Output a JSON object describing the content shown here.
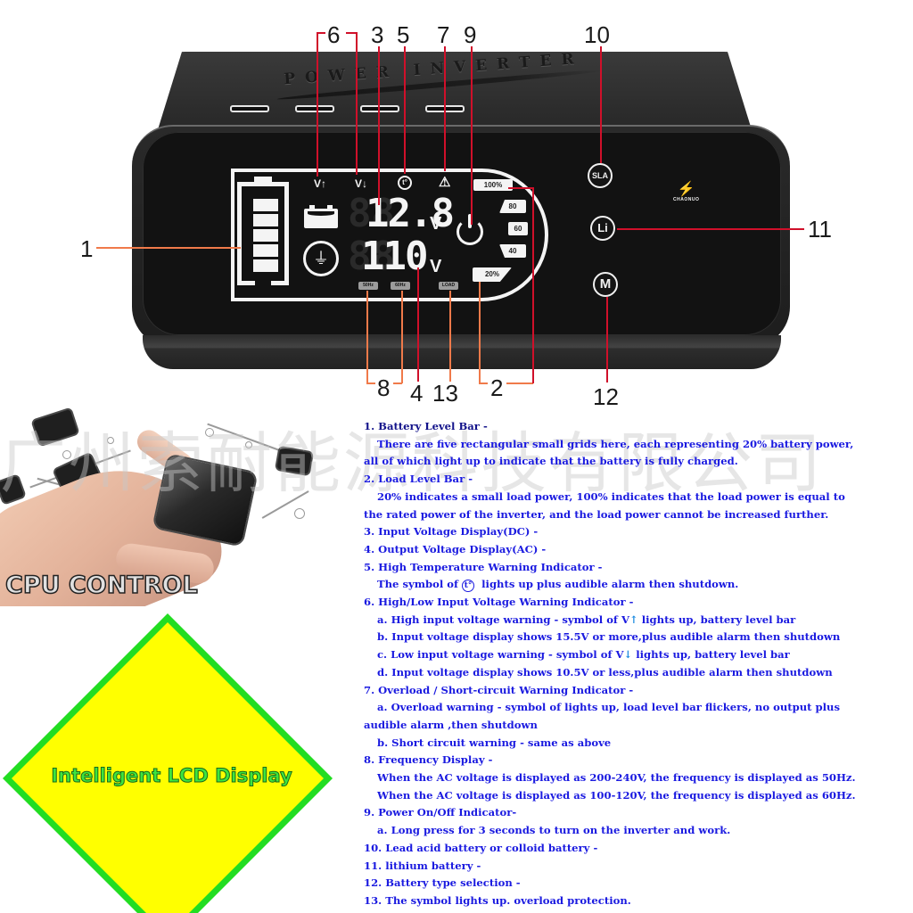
{
  "device": {
    "brand_text": "POWER INVERTER",
    "logo_name": "CHAONUO",
    "lcd": {
      "input_voltage": "12.8",
      "output_voltage": "110",
      "unit": "V",
      "ghost_digits_top": "88",
      "ghost_digits_bottom": "88",
      "high_voltage_symbol": "V↑",
      "low_voltage_symbol": "V↓",
      "temp_symbol": "t°",
      "overload_symbol": "⚠",
      "tags": [
        "50Hz",
        "60Hz",
        "LOAD"
      ],
      "load_levels": [
        "100%",
        "80",
        "60",
        "40",
        "20%"
      ],
      "battery_cells": 5
    },
    "buttons": [
      {
        "label": "SLA"
      },
      {
        "label": "Li"
      },
      {
        "label": "M"
      }
    ]
  },
  "callouts": [
    "1",
    "2",
    "3",
    "4",
    "5",
    "6",
    "7",
    "8",
    "9",
    "10",
    "11",
    "12",
    "13"
  ],
  "graphics": {
    "cpu_label": "CPU CONTROL",
    "lcd_badge_label": "Intelligent LCD Display",
    "badge_colors": {
      "fill": "#ffff00",
      "border": "#22dd22",
      "text": "#3ee43e"
    }
  },
  "watermark": "广州索耐能源科技有限公司",
  "accent_colors": {
    "callout_line": "#d0102a",
    "callout_line_alt": "#f07a4a",
    "text": "#1a1ae0"
  },
  "descriptions": [
    {
      "title": "1. Battery Level Bar -",
      "lines": [
        {
          "text": "There are five rectangular small grids here, each representing 20% battery power,",
          "indent": true
        },
        {
          "text": "all of which light up to indicate that the battery is fully charged.",
          "indent": false
        }
      ]
    },
    {
      "title": "2. Load Level Bar -",
      "lines": [
        {
          "text": "20% indicates a small load power, 100% indicates that the load power is equal to",
          "indent": true
        },
        {
          "text": "the rated power of the inverter, and the load power cannot be increased further.",
          "indent": false
        }
      ]
    },
    {
      "title": "3. Input Voltage Display(DC) -",
      "lines": []
    },
    {
      "title": "4. Output Voltage Display(AC) -",
      "lines": []
    },
    {
      "title": "5. High Temperature Warning Indicator -",
      "lines": [
        {
          "pre": "The symbol of",
          "symbol": "t°",
          "post": "lights up plus audible alarm then shutdown.",
          "indent": true
        }
      ]
    },
    {
      "title": "6. High/Low Input Voltage Warning Indicator -",
      "lines": [
        {
          "pre": "a. High input voltage warning - symbol of V",
          "symbol": "↑",
          "post": " lights up, battery level bar",
          "indent": true
        },
        {
          "text": "b. Input voltage display shows 15.5V or more,plus audible alarm then shutdown",
          "indent": true
        },
        {
          "pre": "c. Low input voltage warning - symbol of V",
          "symbol": "↓",
          "post": " lights up, battery level bar",
          "indent": true
        },
        {
          "text": "d. Input voltage display shows 10.5V or less,plus audible alarm then shutdown",
          "indent": true
        }
      ]
    },
    {
      "title": "7. Overload / Short-circuit Warning Indicator -",
      "lines": [
        {
          "text": "a. Overload warning - symbol of lights up, load level bar flickers, no output plus",
          "indent": true
        },
        {
          "text": "audible alarm ,then shutdown",
          "indent": false
        },
        {
          "text": "b. Short circuit warning - same as above",
          "indent": true
        }
      ]
    },
    {
      "title": "8. Frequency Display -",
      "lines": [
        {
          "text": "When the AC voltage is displayed as 200-240V, the frequency is displayed as 50Hz.",
          "indent": true
        },
        {
          "text": "When the AC voltage is displayed as 100-120V, the frequency is displayed as 60Hz.",
          "indent": true
        }
      ]
    },
    {
      "title": "9. Power On/Off Indicator-",
      "lines": [
        {
          "text": "a. Long press for 3 seconds to turn on the inverter and work.",
          "indent": true
        }
      ]
    },
    {
      "title": "10. Lead acid battery or colloid battery -",
      "lines": []
    },
    {
      "title": "11. lithium battery -",
      "lines": []
    },
    {
      "title": "12. Battery type selection -",
      "lines": []
    },
    {
      "title": "13. The symbol lights up. overload protection.",
      "lines": []
    }
  ]
}
